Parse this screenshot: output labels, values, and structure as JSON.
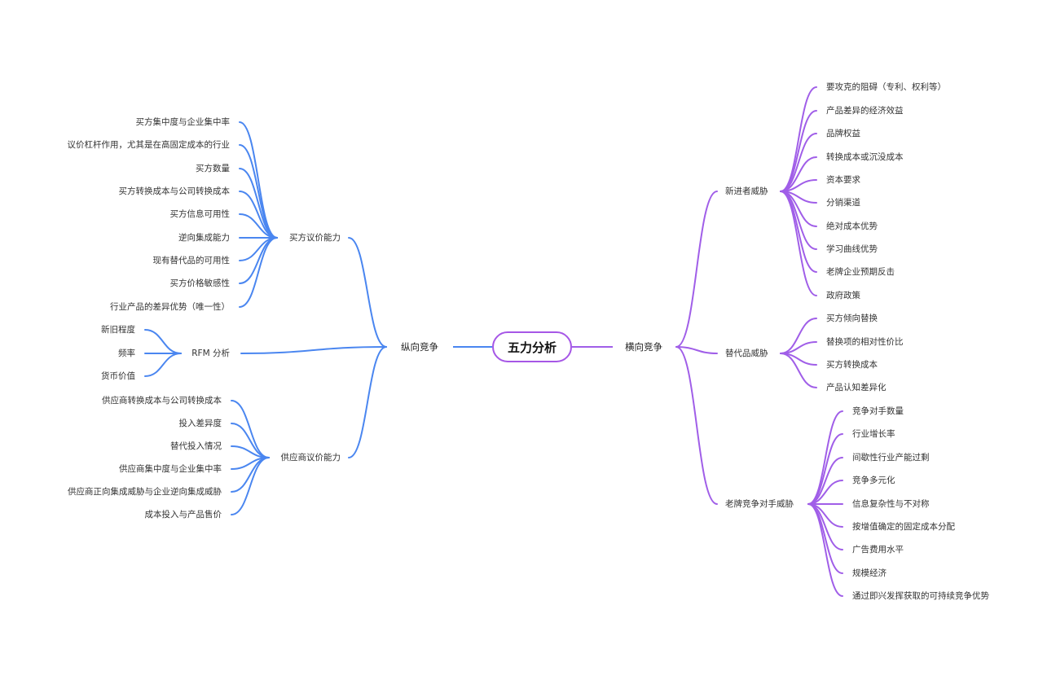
{
  "root": "五力分析",
  "colors": {
    "left": "#4a86f0",
    "right": "#a05ee8",
    "root_border": "#a657e6"
  },
  "left": {
    "label": "纵向竞争",
    "buyer": {
      "label": "买方议价能力",
      "items": [
        "买方集中度与企业集中率",
        "议价杠杆作用，尤其是在高固定成本的行业",
        "买方数量",
        "买方转换成本与公司转换成本",
        "买方信息可用性",
        "逆向集成能力",
        "现有替代品的可用性",
        "买方价格敏感性",
        "行业产品的差异优势（唯一性）"
      ]
    },
    "rfm": {
      "label": "RFM 分析",
      "items": [
        "新旧程度",
        "频率",
        "货币价值"
      ]
    },
    "supplier": {
      "label": "供应商议价能力",
      "items": [
        "供应商转换成本与公司转换成本",
        "投入差异度",
        "替代投入情况",
        "供应商集中度与企业集中率",
        "供应商正向集成威胁与企业逆向集成威胁",
        "成本投入与产品售价"
      ]
    }
  },
  "right": {
    "label": "横向竞争",
    "entrants": {
      "label": "新进者威胁",
      "items": [
        "要攻克的阻碍（专利、权利等）",
        "产品差异的经济效益",
        "品牌权益",
        "转换成本或沉没成本",
        "资本要求",
        "分销渠道",
        "绝对成本优势",
        "学习曲线优势",
        "老牌企业预期反击",
        "政府政策"
      ]
    },
    "substitutes": {
      "label": "替代品威胁",
      "items": [
        "买方倾向替换",
        "替换项的相对性价比",
        "买方转换成本",
        "产品认知差异化"
      ]
    },
    "rivals": {
      "label": "老牌竞争对手威胁",
      "items": [
        "竞争对手数量",
        "行业增长率",
        "间歇性行业产能过剩",
        "竞争多元化",
        "信息复杂性与不对称",
        "按增值确定的固定成本分配",
        "广告费用水平",
        "规模经济",
        "通过即兴发挥获取的可持续竞争优势"
      ]
    }
  }
}
